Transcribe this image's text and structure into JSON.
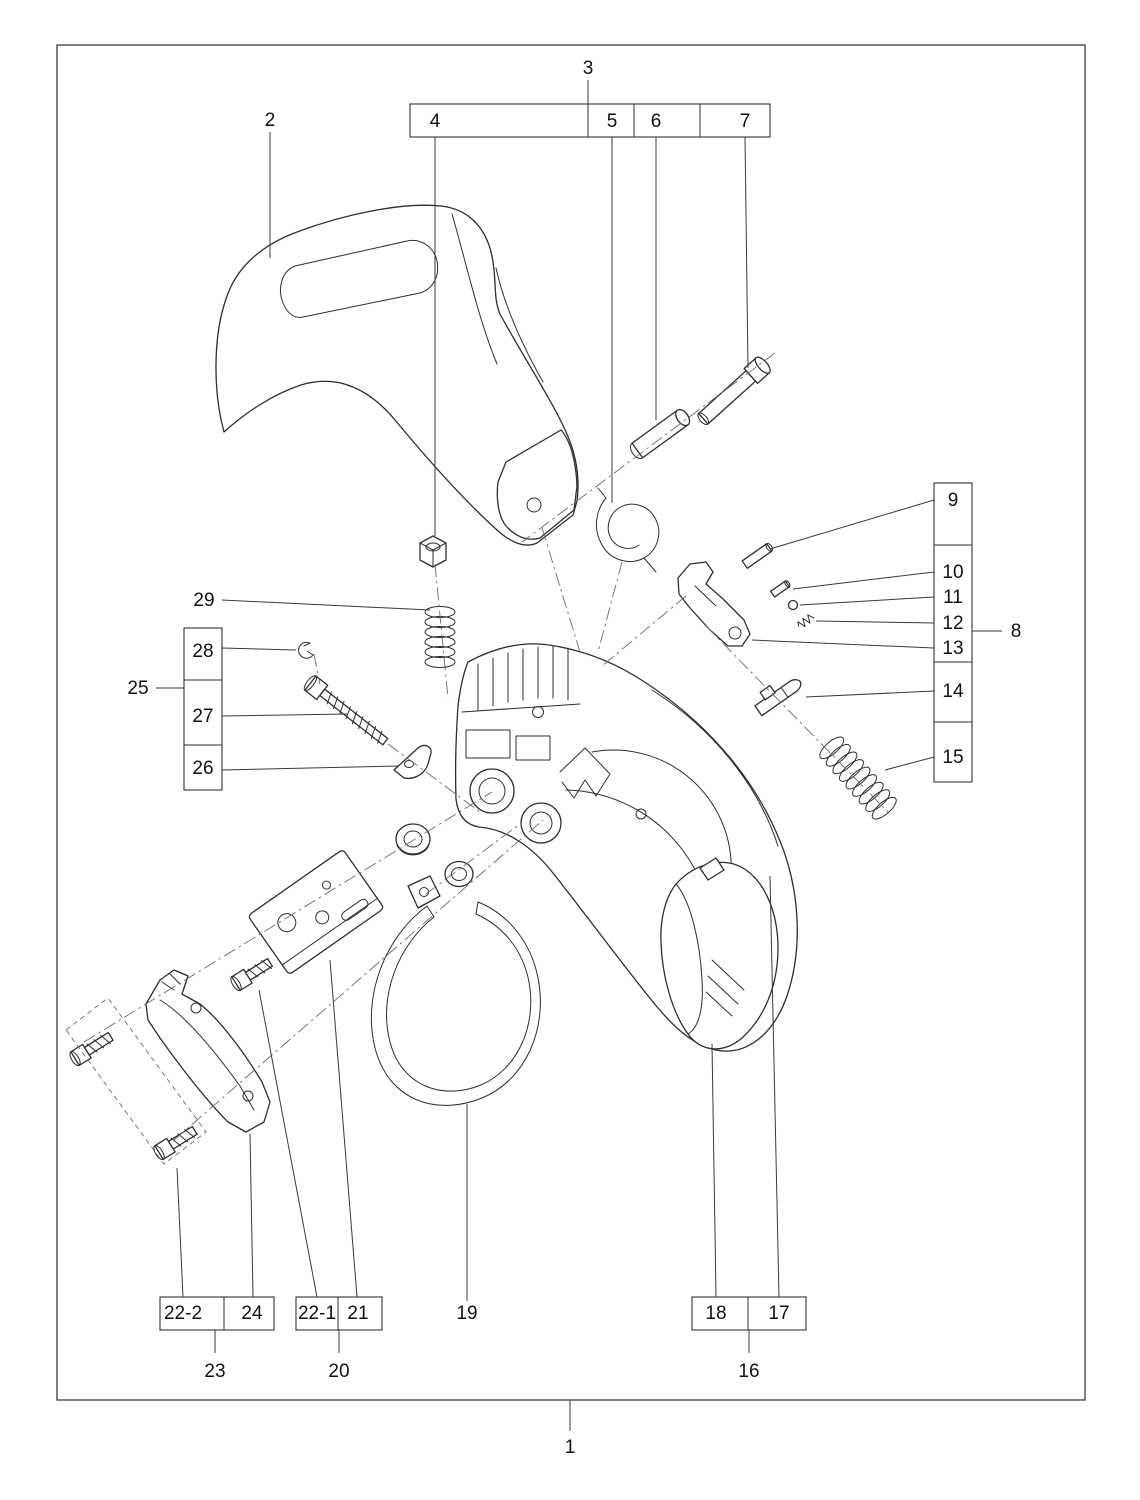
{
  "diagram": {
    "type": "exploded-parts-diagram",
    "subject": "Chain brake and hand guard assembly",
    "colors": {
      "line": "#2e2e2e",
      "background": "#ffffff",
      "leader": "#3a3a3a"
    },
    "labels": {
      "1": "1",
      "2": "2",
      "3": "3",
      "4": "4",
      "5": "5",
      "6": "6",
      "7": "7",
      "8": "8",
      "9": "9",
      "10": "10",
      "11": "11",
      "12": "12",
      "13": "13",
      "14": "14",
      "15": "15",
      "16": "16",
      "17": "17",
      "18": "18",
      "19": "19",
      "20": "20",
      "21": "21",
      "22-1": "22-1",
      "22-2": "22-2",
      "23": "23",
      "24": "24",
      "25": "25",
      "26": "26",
      "27": "27",
      "28": "28",
      "29": "29"
    }
  }
}
